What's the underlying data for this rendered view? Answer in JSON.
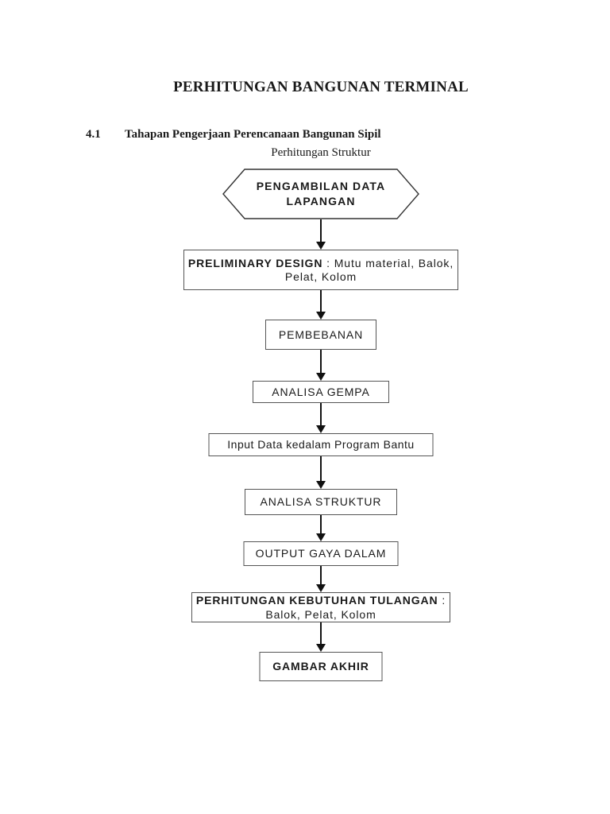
{
  "document": {
    "title": "PERHITUNGAN BANGUNAN TERMINAL",
    "section_number": "4.1",
    "section_title": "Tahapan Pengerjaan Perencanaan Bangunan Sipil",
    "caption": "Perhitungan Struktur"
  },
  "flowchart": {
    "start": {
      "line1": "PENGAMBILAN DATA",
      "line2": "LAPANGAN"
    },
    "preliminary": {
      "bold": "PRELIMINARY DESIGN",
      "rest": " : Mutu material, Balok,",
      "line2": "Pelat, Kolom"
    },
    "pembebanan": {
      "label": "PEMBEBANAN"
    },
    "analisa_gempa": {
      "label": "ANALISA GEMPA"
    },
    "input_data": {
      "label": "Input Data kedalam Program Bantu"
    },
    "analisa_struktur": {
      "label": "ANALISA STRUKTUR"
    },
    "output_gaya": {
      "label": "OUTPUT GAYA DALAM"
    },
    "tulangan": {
      "bold": "PERHITUNGAN KEBUTUHAN TULANGAN",
      "rest": " :",
      "line2": "Balok, Pelat, Kolom"
    },
    "gambar_akhir": {
      "label": "GAMBAR AKHIR"
    }
  },
  "colors": {
    "ink": "#1a1a1a",
    "border": "#555555",
    "hexline": "#333333",
    "arrow": "#111111",
    "paper": "#ffffff"
  }
}
